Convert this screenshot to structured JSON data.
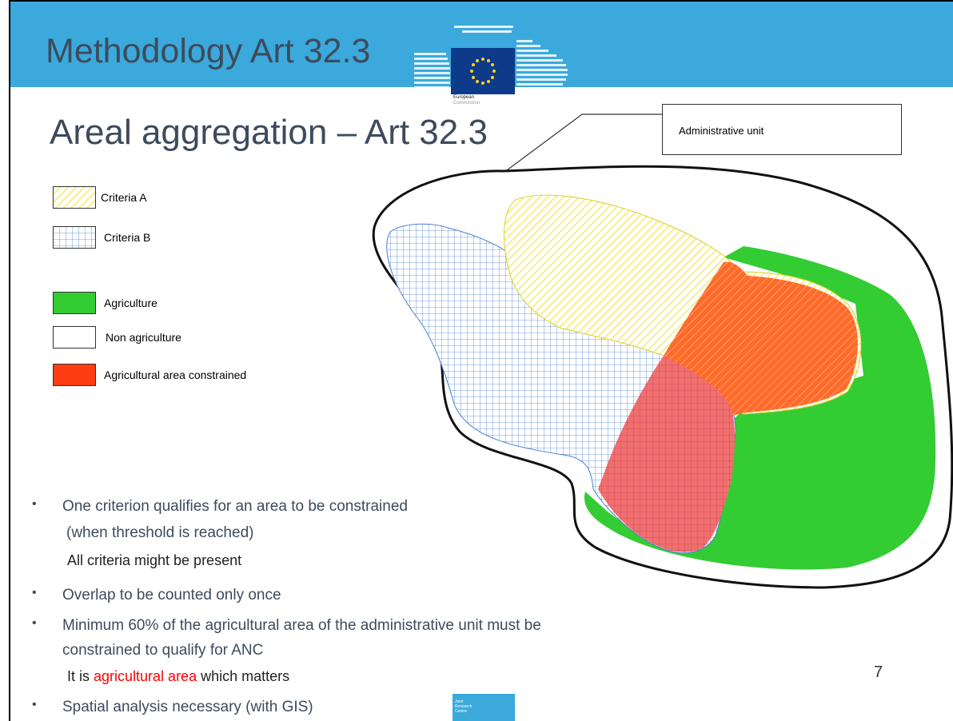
{
  "header": {
    "title": "Methodology Art 32.3",
    "logo_caption_1": "European",
    "logo_caption_2": "Commission"
  },
  "slide": {
    "subtitle": "Areal aggregation  – Art 32.3",
    "callout_label": "Administrative unit",
    "page_number": "7"
  },
  "legend": {
    "criteria_a": "Criteria A",
    "criteria_b": "Criteria B",
    "agriculture": "Agriculture",
    "non_agriculture": "Non agriculture",
    "constrained": "Agricultural area constrained"
  },
  "bullets": {
    "b1_line1": "One criterion qualifies for an area to be constrained",
    "b1_line2": "(when threshold is reached)",
    "b1_line3": "All criteria might  be present",
    "b2": "Overlap to be counted only once",
    "b3_line1": "Minimum  60% of the agricultural area of the administrative unit must be",
    "b3_line2": "constrained to qualify for ANC",
    "b3_line3_pre": "It is ",
    "b3_line3_red": "agricultural  area",
    "b3_line3_post": " which matters",
    "b4": "Spatial analysis necessary (with GIS)"
  },
  "footer": {
    "jrc_line1": "Joint",
    "jrc_line2": "Research",
    "jrc_line3": "Centre"
  },
  "colors": {
    "header": "#3ba9dc",
    "agriculture": "#33cc33",
    "constrained": "#ff4a1c",
    "criteria_a": "#f7f26b",
    "criteria_b": "#4a7fcf",
    "text": "#3d4b5c",
    "emphasis": "#ff0000"
  }
}
